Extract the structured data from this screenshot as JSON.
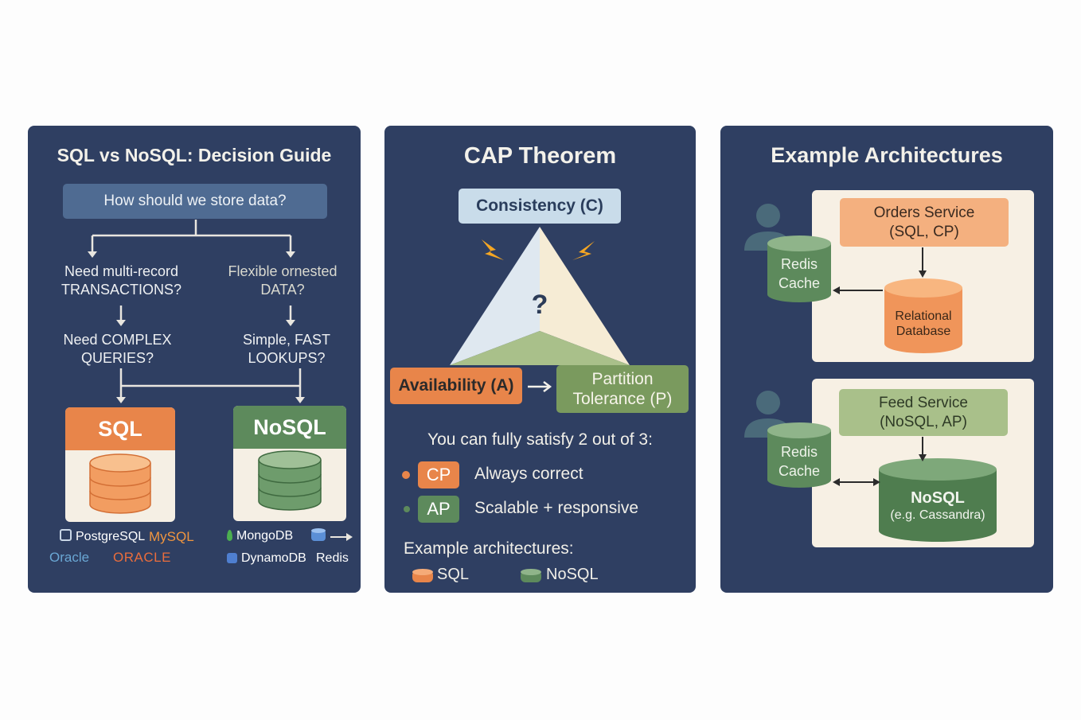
{
  "colors": {
    "panel": "#2f3f62",
    "sql_orange": "#e8854a",
    "nosql_green": "#5d8a5c",
    "light_blue": "#c9dcea",
    "light_green": "#a9c08a",
    "cream": "#f7f0e4"
  },
  "panel1": {
    "title": "SQL vs NoSQL: Decision Guide",
    "question": "How should we store data?",
    "left_q1_line1": "Need multi-record",
    "left_q1_line2": "TRANSACTIONS?",
    "right_q1_line1": "Flexible ornested",
    "right_q1_line2": "DATA?",
    "left_q2_line1": "Need COMPLEX",
    "left_q2_line2": "QUERIES?",
    "right_q2_line1": "Simple, FAST",
    "right_q2_line2": "LOOKUPS?",
    "sql_label": "SQL",
    "nosql_label": "NoSQL",
    "sql_logos": [
      "PostgreSQL",
      "MySQL",
      "Oracle",
      "ORACLE"
    ],
    "nosql_logos": [
      "MongoDB",
      "DynamoDB",
      "Redis"
    ],
    "icons": [
      "database-icon",
      "arrow-right-icon",
      "leaf-icon"
    ]
  },
  "panel2": {
    "title": "CAP Theorem",
    "consistency": "Consistency (C)",
    "availability": "Availability (A)",
    "partition_line1": "Partition",
    "partition_line2": "Tolerance (P)",
    "question_mark": "?",
    "statement": "You can fully satisfy 2 out of 3:",
    "options": [
      {
        "badge": "CP",
        "text": "Always correct",
        "color": "#e8854a"
      },
      {
        "badge": "AP",
        "text": "Scalable + responsive",
        "color": "#5d8a5c"
      }
    ],
    "examples_heading": "Example architectures:",
    "legend": [
      {
        "label": "SQL",
        "color": "#e8854a"
      },
      {
        "label": "NoSQL",
        "color": "#5d8a5c"
      }
    ],
    "icons": [
      "lightning-icon",
      "arrow-right-icon"
    ]
  },
  "panel3": {
    "title": "Example Architectures",
    "orders": {
      "service_line1": "Orders Service",
      "service_line2": "(SQL, CP)",
      "cache_line1": "Redis",
      "cache_line2": "Cache",
      "db_line1": "Relational",
      "db_line2": "Database"
    },
    "feed": {
      "service_line1": "Feed Service",
      "service_line2": "(NoSQL, AP)",
      "cache_line1": "Redis",
      "cache_line2": "Cache",
      "db_line1": "NoSQL",
      "db_line2": "(e.g. Cassandra)"
    },
    "icons": [
      "user-icon",
      "database-icon"
    ]
  }
}
